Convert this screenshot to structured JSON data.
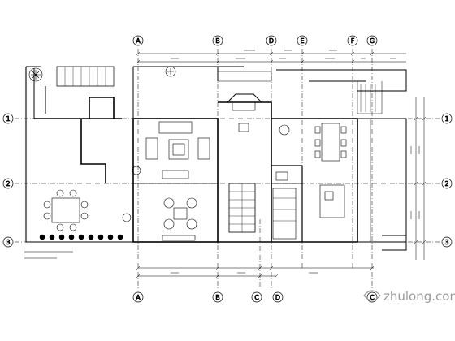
{
  "drawing": {
    "type": "architectural floor plan",
    "axes": {
      "top": [
        "A",
        "B",
        "D",
        "E",
        "F",
        "G"
      ],
      "bottom": [
        "A",
        "B",
        "C",
        "D",
        "C"
      ],
      "left": [
        "1",
        "2",
        "3"
      ],
      "right": [
        "1",
        "2",
        "3"
      ]
    },
    "watermark": "zhulong.com"
  },
  "colors": {
    "line": "#000000",
    "background": "#ffffff",
    "watermark": "#9a9a9a"
  }
}
